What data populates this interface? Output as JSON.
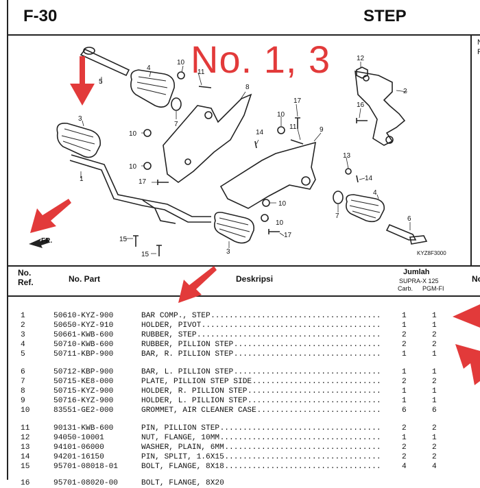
{
  "header": {
    "section_code": "F-30",
    "title": "STEP"
  },
  "overlay_text": "No. 1, 3",
  "edge_text": [
    "N",
    "P"
  ],
  "diagram": {
    "code": "KYZ8F3000",
    "front_label": "FR.",
    "callouts": [
      "1",
      "2",
      "3",
      "3",
      "4",
      "4",
      "5",
      "6",
      "7",
      "7",
      "8",
      "9",
      "10",
      "10",
      "10",
      "10",
      "10",
      "10",
      "11",
      "11",
      "12",
      "13",
      "14",
      "14",
      "15",
      "15",
      "16",
      "17",
      "17",
      "17"
    ]
  },
  "table": {
    "headers": {
      "no_ref": "No. Ref.",
      "no_part": "No. Part",
      "desc": "Deskripsi",
      "qty": "Jumlah",
      "qty_model": "SUPRA-X 125",
      "qty_carb": "Carb.",
      "qty_pgm": "PGM-FI",
      "cut": "No"
    },
    "rows": [
      {
        "no": "1",
        "part": "50610-KYZ-900",
        "desc": "BAR COMP., STEP",
        "carb": "1",
        "pgm": "1"
      },
      {
        "no": "2",
        "part": "50650-KYZ-910",
        "desc": "HOLDER, PIVOT",
        "carb": "1",
        "pgm": "1"
      },
      {
        "no": "3",
        "part": "50661-KWB-600",
        "desc": "RUBBER, STEP",
        "carb": "2",
        "pgm": "2"
      },
      {
        "no": "4",
        "part": "50710-KWB-600",
        "desc": "RUBBER, PILLION STEP",
        "carb": "2",
        "pgm": "2"
      },
      {
        "no": "5",
        "part": "50711-KBP-900",
        "desc": "BAR, R. PILLION STEP",
        "carb": "1",
        "pgm": "1"
      },
      {
        "no": "6",
        "part": "50712-KBP-900",
        "desc": "BAR, L. PILLION STEP",
        "carb": "1",
        "pgm": "1"
      },
      {
        "no": "7",
        "part": "50715-KE8-000",
        "desc": "PLATE, PILLION STEP SIDE",
        "carb": "2",
        "pgm": "2"
      },
      {
        "no": "8",
        "part": "50715-KYZ-900",
        "desc": "HOLDER, R. PILLION STEP",
        "carb": "1",
        "pgm": "1"
      },
      {
        "no": "9",
        "part": "50716-KYZ-900",
        "desc": "HOLDER, L. PILLION STEP",
        "carb": "1",
        "pgm": "1"
      },
      {
        "no": "10",
        "part": "83551-GE2-000",
        "desc": "GROMMET, AIR CLEANER CASE",
        "carb": "6",
        "pgm": "6"
      },
      {
        "no": "11",
        "part": "90131-KWB-600",
        "desc": "PIN, PILLION STEP",
        "carb": "2",
        "pgm": "2"
      },
      {
        "no": "12",
        "part": "94050-10001",
        "desc": "NUT, FLANGE, 10MM",
        "carb": "1",
        "pgm": "1"
      },
      {
        "no": "13",
        "part": "94101-06000",
        "desc": "WASHER, PLAIN, 6MM",
        "carb": "2",
        "pgm": "2"
      },
      {
        "no": "14",
        "part": "94201-16150",
        "desc": "PIN, SPLIT, 1.6X15",
        "carb": "2",
        "pgm": "2"
      },
      {
        "no": "15",
        "part": "95701-08018-01",
        "desc": "BOLT, FLANGE, 8X18",
        "carb": "4",
        "pgm": "4"
      },
      {
        "no": "16",
        "part": "95701-08020-00",
        "desc": "BOLT, FLANGE, 8X20",
        "carb": "",
        "pgm": ""
      }
    ]
  },
  "colors": {
    "accent_red": "#e23a3a",
    "line": "#222222"
  }
}
